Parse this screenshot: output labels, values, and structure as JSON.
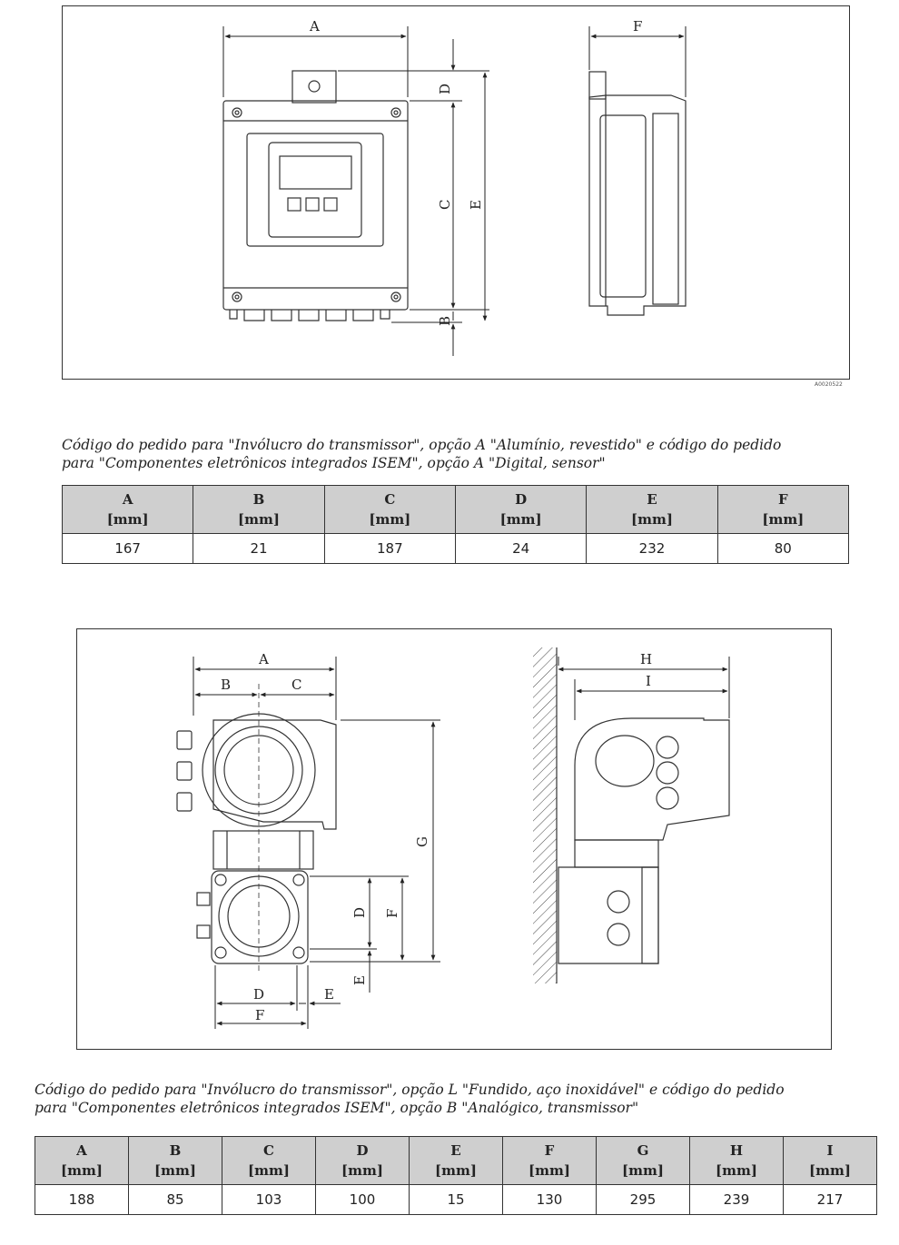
{
  "figure1": {
    "id": "A0020522",
    "labels": {
      "A": "A",
      "B": "B",
      "C": "C",
      "D": "D",
      "E": "E",
      "F": "F"
    }
  },
  "caption1": {
    "line1": "Código do pedido para \"Invólucro do transmissor\", opção A \"Alumínio, revestido\" e código do pedido",
    "line2": "para \"Componentes eletrônicos integrados ISEM\", opção A \"Digital, sensor\""
  },
  "table1": {
    "headers": [
      {
        "name": "A",
        "unit": "[mm]"
      },
      {
        "name": "B",
        "unit": "[mm]"
      },
      {
        "name": "C",
        "unit": "[mm]"
      },
      {
        "name": "D",
        "unit": "[mm]"
      },
      {
        "name": "E",
        "unit": "[mm]"
      },
      {
        "name": "F",
        "unit": "[mm]"
      }
    ],
    "values": [
      "167",
      "21",
      "187",
      "24",
      "232",
      "80"
    ]
  },
  "figure2": {
    "labels": {
      "A": "A",
      "B": "B",
      "C": "C",
      "D": "D",
      "E": "E",
      "F": "F",
      "G": "G",
      "H": "H",
      "I": "I"
    }
  },
  "caption2": {
    "line1": "Código do pedido para \"Invólucro do transmissor\", opção L \"Fundido, aço inoxidável\" e código do pedido",
    "line2": "para \"Componentes eletrônicos integrados ISEM\", opção B \"Analógico, transmissor\""
  },
  "table2": {
    "headers": [
      {
        "name": "A",
        "unit": "[mm]"
      },
      {
        "name": "B",
        "unit": "[mm]"
      },
      {
        "name": "C",
        "unit": "[mm]"
      },
      {
        "name": "D",
        "unit": "[mm]"
      },
      {
        "name": "E",
        "unit": "[mm]"
      },
      {
        "name": "F",
        "unit": "[mm]"
      },
      {
        "name": "G",
        "unit": "[mm]"
      },
      {
        "name": "H",
        "unit": "[mm]"
      },
      {
        "name": "I",
        "unit": "[mm]"
      }
    ],
    "values": [
      "188",
      "85",
      "103",
      "100",
      "15",
      "130",
      "295",
      "239",
      "217"
    ]
  }
}
